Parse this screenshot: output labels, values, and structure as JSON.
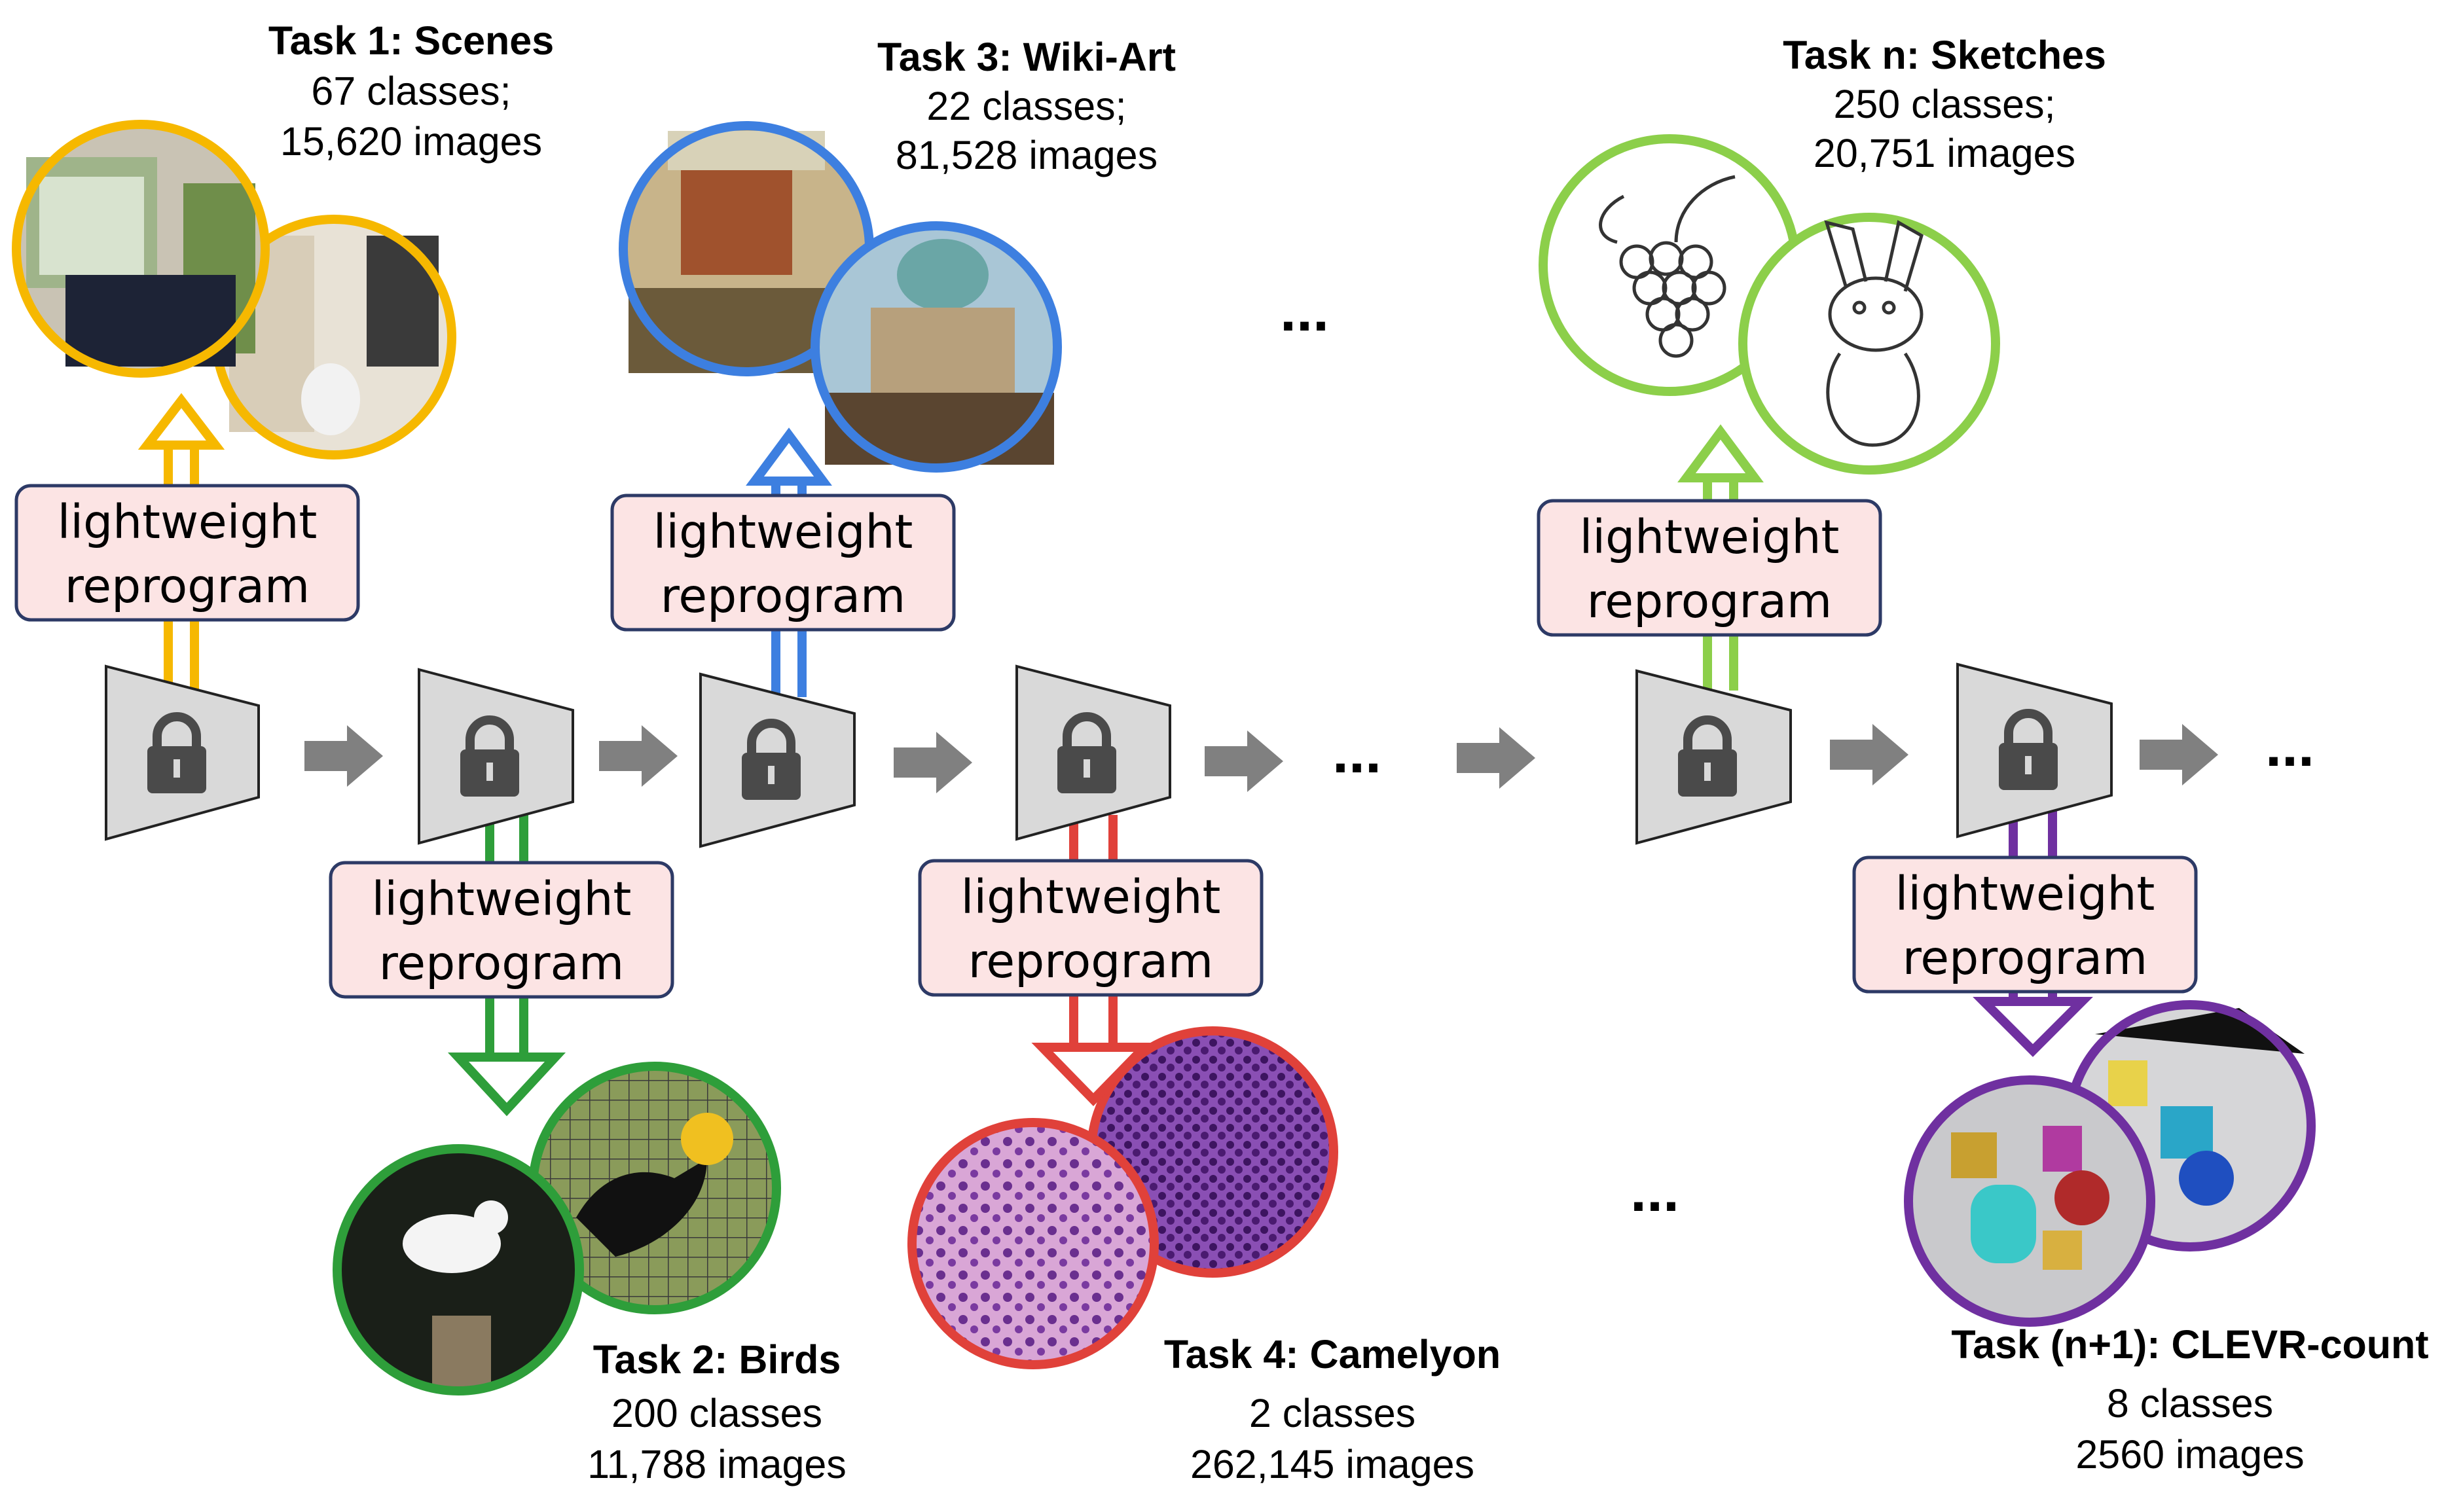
{
  "colors": {
    "scenes": "#f6b800",
    "birds": "#2e9e3a",
    "wikiart": "#3d7fe0",
    "camelyon": "#e0413a",
    "sketches": "#8ccf4a",
    "clevr": "#6f30a0",
    "frozen_model": "#d9d9d9",
    "lock": "#4a4a4a",
    "flow_arrow": "#808080",
    "reprogram_box": "#fce4e4",
    "reprogram_border": "#2d3a66"
  },
  "reprogram_box": {
    "line1": "lightweight",
    "line2": "reprogram"
  },
  "ellipsis": "...",
  "tasks": [
    {
      "title": "Task 1: Scenes",
      "classes": "67 classes;",
      "images": "15,620 images"
    },
    {
      "title": "Task 2: Birds",
      "classes": "200 classes",
      "images": "11,788 images"
    },
    {
      "title": "Task 3: Wiki-Art",
      "classes": "22 classes;",
      "images": "81,528 images"
    },
    {
      "title": "Task 4: Camelyon",
      "classes": "2 classes",
      "images": "262,145 images"
    },
    {
      "title": "Task n: Sketches",
      "classes": "250 classes;",
      "images": "20,751 images"
    },
    {
      "title": "Task (n+1): CLEVR-count",
      "classes": "8 classes",
      "images": "2560 images"
    }
  ]
}
